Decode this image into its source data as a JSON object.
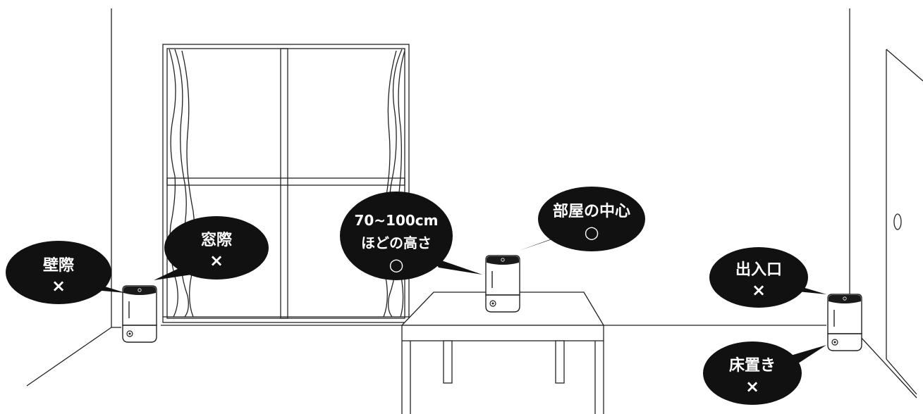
{
  "colors": {
    "line": "#222222",
    "bubble": "#111111",
    "bubble_text": "#ffffff",
    "humidifier_top": "#1a1a1a",
    "background": "#ffffff"
  },
  "callouts": {
    "wall_edge": {
      "line1": "壁際",
      "line2": "×"
    },
    "window_edge": {
      "line1": "窓際",
      "line2": "×"
    },
    "height": {
      "line1": "70~100cm",
      "line2": "ほどの高さ",
      "line3": "○"
    },
    "room_center": {
      "line1": "部屋の中心",
      "line2": "○"
    },
    "entrance": {
      "line1": "出入口",
      "line2": "×"
    },
    "floor_placement": {
      "line1": "床置き",
      "line2": "×"
    }
  },
  "objects": {
    "humidifier_icon": "humidifier-icon",
    "window_icon": "window-with-curtains-icon",
    "table_icon": "table-icon",
    "door_icon": "door-icon"
  }
}
